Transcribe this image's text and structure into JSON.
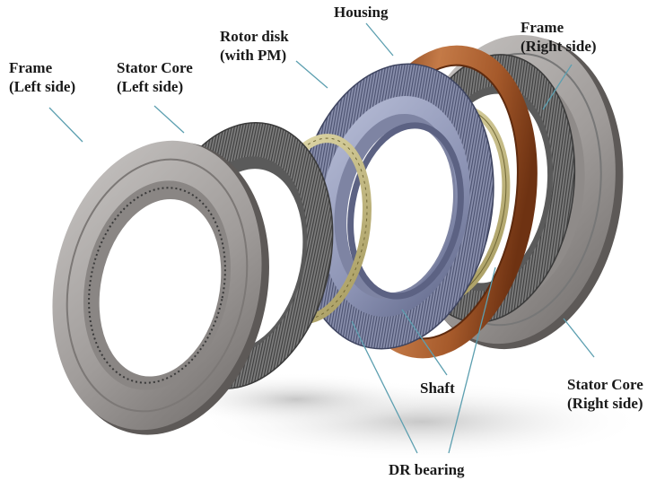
{
  "labels": {
    "frame_left": {
      "line1": "Frame",
      "line2": "(Left side)"
    },
    "stator_left": {
      "line1": "Stator Core",
      "line2": "(Left side)"
    },
    "rotor": {
      "line1": "Rotor disk",
      "line2": "(with PM)"
    },
    "housing": {
      "line1": "Housing"
    },
    "frame_right": {
      "line1": "Frame",
      "line2": "(Right side)"
    },
    "stator_right": {
      "line1": "Stator Core",
      "line2": "(Right side)"
    },
    "shaft": {
      "line1": "Shaft"
    },
    "bearing": {
      "line1": "DR bearing"
    }
  },
  "colors": {
    "frame": "#9c9999",
    "stator": "#6e6e6e",
    "bearing": "#c8bd86",
    "rotor": "#8f96b8",
    "housing": "#a35a2c",
    "leader": "#5c9fb0",
    "text": "#1a1a1a"
  }
}
